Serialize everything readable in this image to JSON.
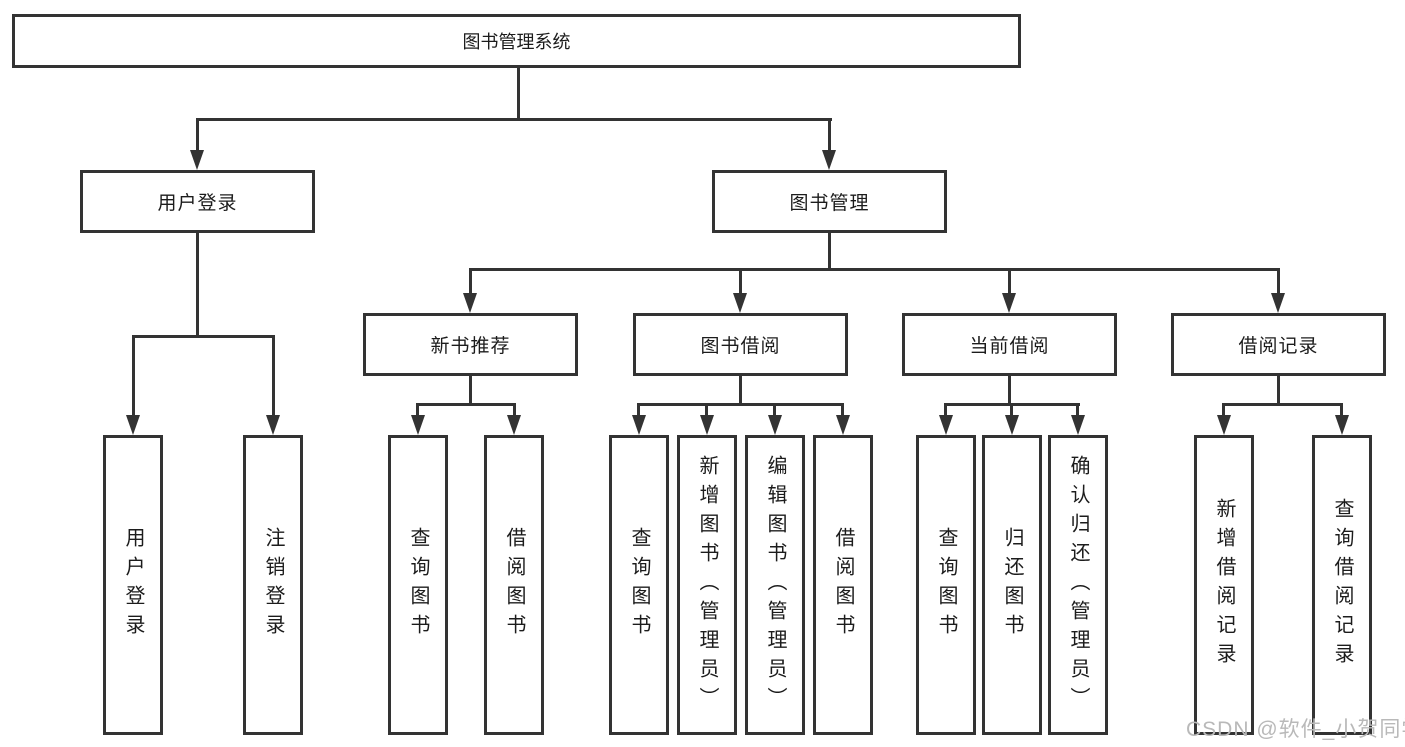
{
  "diagram": {
    "title": "图书管理系统",
    "level2": [
      {
        "label": "用户登录"
      },
      {
        "label": "图书管理"
      }
    ],
    "level3": [
      {
        "label": "新书推荐"
      },
      {
        "label": "图书借阅"
      },
      {
        "label": "当前借阅"
      },
      {
        "label": "借阅记录"
      }
    ],
    "leaves": [
      {
        "label": "用户登录"
      },
      {
        "label": "注销登录"
      },
      {
        "label": "查询图书"
      },
      {
        "label": "借阅图书"
      },
      {
        "label": "查询图书"
      },
      {
        "label": "新增图书（管理员）"
      },
      {
        "label": "编辑图书（管理员）"
      },
      {
        "label": "借阅图书"
      },
      {
        "label": "查询图书"
      },
      {
        "label": "归还图书"
      },
      {
        "label": "确认归还（管理员）"
      },
      {
        "label": "新增借阅记录"
      },
      {
        "label": "查询借阅记录"
      }
    ],
    "watermark": "CSDN @软件_小贺同学",
    "colors": {
      "line": "#333333",
      "text": "#1c1c1c",
      "background": "#ffffff",
      "watermark": "#b9b9b9"
    }
  }
}
